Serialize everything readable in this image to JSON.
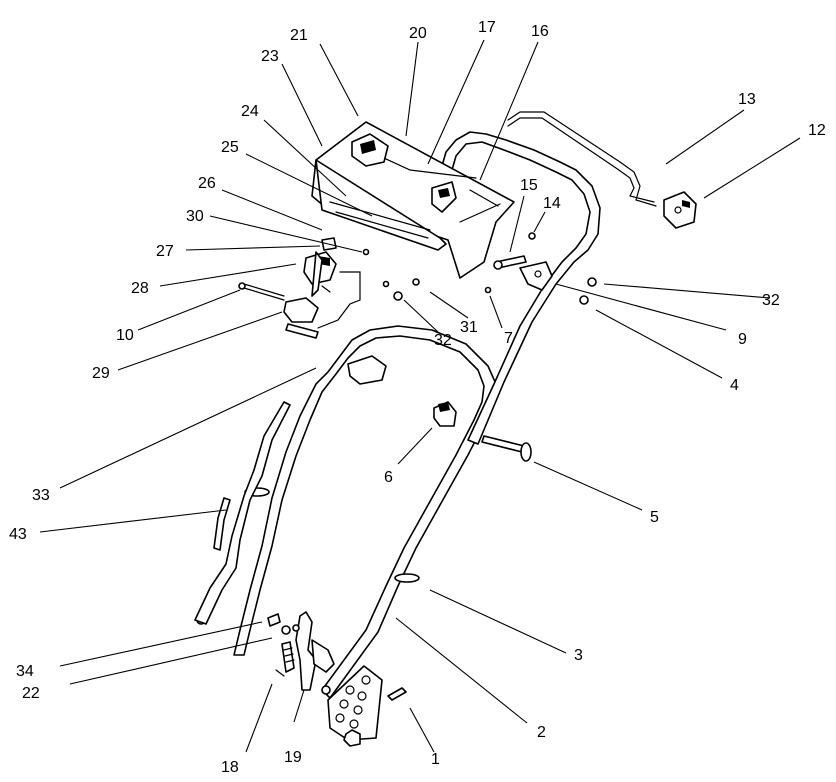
{
  "diagram": {
    "callouts": [
      {
        "id": "c1",
        "text": "1"
      },
      {
        "id": "c2",
        "text": "2"
      },
      {
        "id": "c3",
        "text": "3"
      },
      {
        "id": "c4",
        "text": "4"
      },
      {
        "id": "c5",
        "text": "5"
      },
      {
        "id": "c6",
        "text": "6"
      },
      {
        "id": "c7",
        "text": "7"
      },
      {
        "id": "c9",
        "text": "9"
      },
      {
        "id": "c10",
        "text": "10"
      },
      {
        "id": "c12",
        "text": "12"
      },
      {
        "id": "c13",
        "text": "13"
      },
      {
        "id": "c14",
        "text": "14"
      },
      {
        "id": "c15",
        "text": "15"
      },
      {
        "id": "c16",
        "text": "16"
      },
      {
        "id": "c17",
        "text": "17"
      },
      {
        "id": "c18",
        "text": "18"
      },
      {
        "id": "c19",
        "text": "19"
      },
      {
        "id": "c20",
        "text": "20"
      },
      {
        "id": "c21",
        "text": "21"
      },
      {
        "id": "c22",
        "text": "22"
      },
      {
        "id": "c23",
        "text": "23"
      },
      {
        "id": "c24",
        "text": "24"
      },
      {
        "id": "c25",
        "text": "25"
      },
      {
        "id": "c26",
        "text": "26"
      },
      {
        "id": "c27",
        "text": "27"
      },
      {
        "id": "c28",
        "text": "28"
      },
      {
        "id": "c29",
        "text": "29"
      },
      {
        "id": "c30",
        "text": "30"
      },
      {
        "id": "c31",
        "text": "31"
      },
      {
        "id": "c32a",
        "text": "32"
      },
      {
        "id": "c32b",
        "text": "32"
      },
      {
        "id": "c33",
        "text": "33"
      },
      {
        "id": "c34",
        "text": "34"
      },
      {
        "id": "c43",
        "text": "43"
      }
    ]
  }
}
